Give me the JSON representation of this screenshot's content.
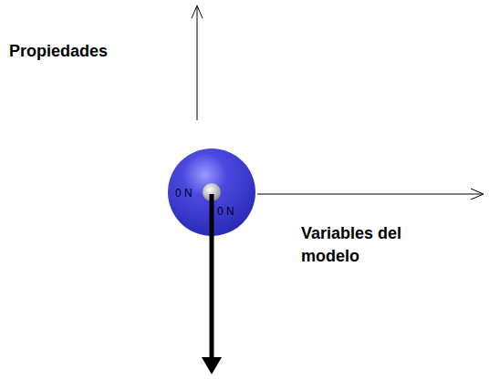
{
  "diagram": {
    "nodes": [
      {
        "text": [
          "0 N",
          "0 N"
        ]
      }
    ],
    "labels": [
      "Propiedades",
      "Variables del modelo"
    ]
  }
}
